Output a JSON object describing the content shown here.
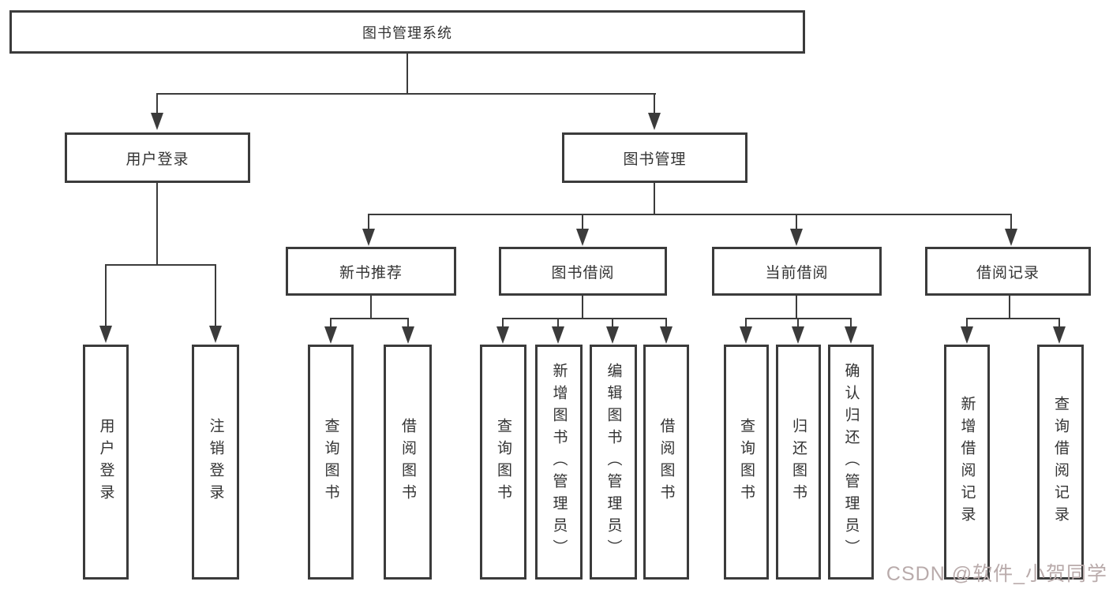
{
  "colors": {
    "background": "#ffffff",
    "line": "#3b3b3b",
    "box_border": "#3b3b3b",
    "text": "#333333",
    "watermark": "#b9abab"
  },
  "tree": {
    "root": {
      "label": "图书管理系统",
      "children": [
        {
          "label": "用户登录",
          "children": [
            {
              "label": "用户登录"
            },
            {
              "label": "注销登录"
            }
          ]
        },
        {
          "label": "图书管理",
          "children": [
            {
              "label": "新书推荐",
              "children": [
                {
                  "label": "查询图书"
                },
                {
                  "label": "借阅图书"
                }
              ]
            },
            {
              "label": "图书借阅",
              "children": [
                {
                  "label": "查询图书"
                },
                {
                  "label": "新增图书（管理员）"
                },
                {
                  "label": "编辑图书（管理员）"
                },
                {
                  "label": "借阅图书"
                }
              ]
            },
            {
              "label": "当前借阅",
              "children": [
                {
                  "label": "查询图书"
                },
                {
                  "label": "归还图书"
                },
                {
                  "label": "确认归还（管理员）"
                }
              ]
            },
            {
              "label": "借阅记录",
              "children": [
                {
                  "label": "新增借阅记录"
                },
                {
                  "label": "查询借阅记录"
                }
              ]
            }
          ]
        }
      ]
    }
  },
  "watermark": {
    "text": "CSDN @软件_小贺同学"
  }
}
